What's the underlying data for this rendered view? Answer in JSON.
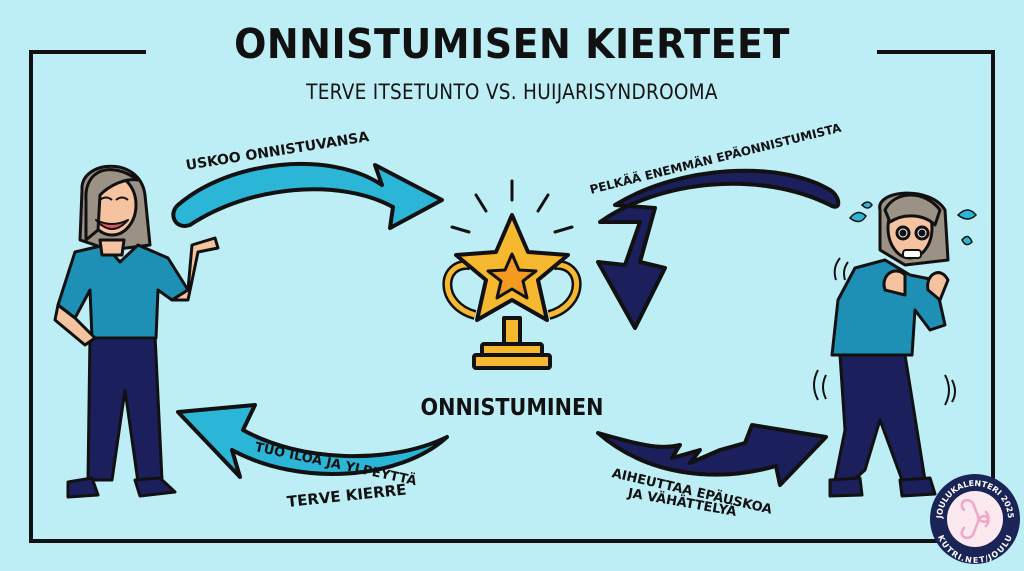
{
  "header": {
    "title": "ONNISTUMISEN KIERTEET",
    "subtitle": "TERVE ITSETUNTO VS. HUIJARISYNDROOMA"
  },
  "center": {
    "icon": "trophy-star-icon",
    "label": "ONNISTUMINEN"
  },
  "healthy_cycle": {
    "figure": "confident-woman",
    "arrow_top_label": "USKOO ONNISTUVANSA",
    "arrow_bottom_label": "TUO ILOA JA YLPEYTTÄ",
    "caption": "TERVE KIERRE",
    "arrow_color": "#2bb5d6"
  },
  "impostor_cycle": {
    "figure": "anxious-woman",
    "arrow_top_label": "PELKÄÄ ENEMMÄN EPÄONNISTUMISTA",
    "arrow_bottom_label_line1": "AIHEUTTAA EPÄUSKOA",
    "arrow_bottom_label_line2": "JA VÄHÄTTELYÄ",
    "arrow_color": "#1b1f5c"
  },
  "badge": {
    "top_text": "JOULUKALENTERI 2025",
    "bottom_text": "KUTRI.NET/JOULU",
    "ring_color": "#1b2456",
    "symbol_color": "#f0a6c4"
  },
  "colors": {
    "background": "#bdeef6",
    "frame": "#111111",
    "trophy": "#f6b82e",
    "trophy_star": "#f39a1f",
    "shirt": "#1e8fb5",
    "pants": "#1b1f5c",
    "skin": "#f5c3a0",
    "hair": "#9b9184"
  }
}
